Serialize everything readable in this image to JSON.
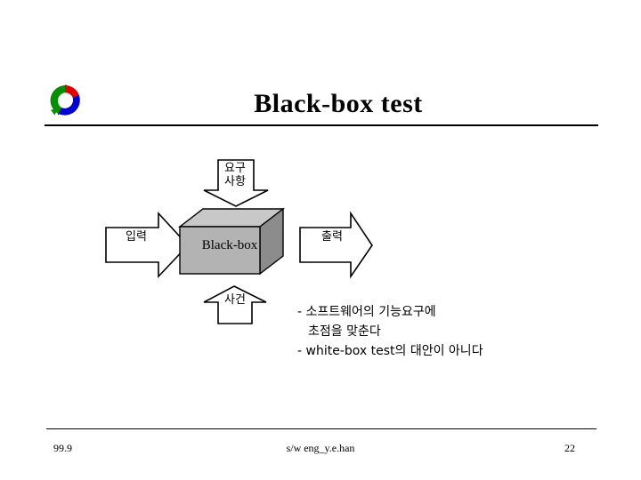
{
  "slide": {
    "title": "Black-box test",
    "logo_icon": "tri-color-circular-arrows-logo"
  },
  "diagram": {
    "box_label": "Black-box",
    "input_arrow_label": "입력",
    "output_arrow_label": "출력",
    "top_arrow_label_line1": "요구",
    "top_arrow_label_line2": "사항",
    "bottom_arrow_label": "사건",
    "box_front_color": "#b3b3b3",
    "box_top_color": "#c8c8c8",
    "box_side_color": "#8c8c8c",
    "arrow_fill_color": "#ffffff",
    "outline_color": "#000000"
  },
  "bullets": [
    {
      "text": "- 소프트웨어의 기능요구에",
      "indent": false
    },
    {
      "text": "초점을 맞춘다",
      "indent": true
    },
    {
      "text": "- white-box test의 대안이 아니다",
      "indent": false
    }
  ],
  "footer": {
    "date": "99.9",
    "center": "s/w eng_y.e.han",
    "page": "22"
  }
}
